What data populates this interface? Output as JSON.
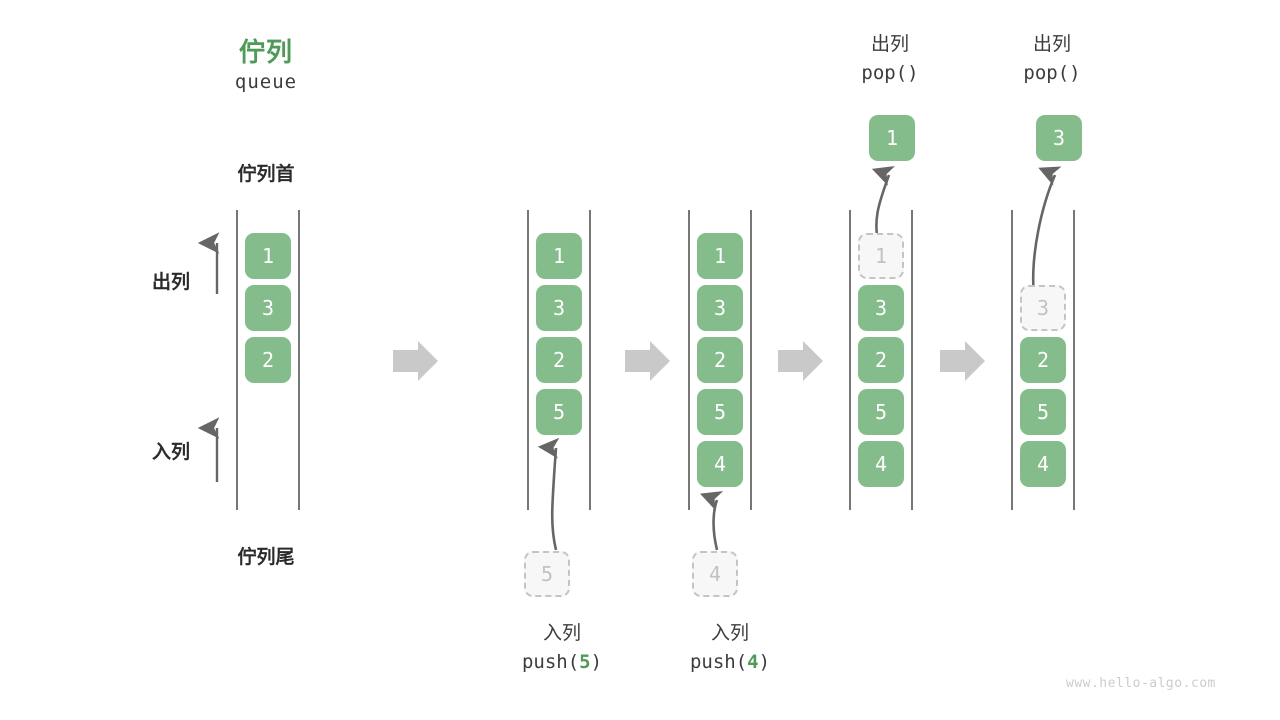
{
  "diagram": {
    "title_cn": "佇列",
    "title_code": "queue",
    "head_label": "佇列首",
    "tail_label": "佇列尾",
    "dequeue_label": "出列",
    "enqueue_label": "入列",
    "watermark": "www.hello-algo.com",
    "colors": {
      "cell_green": "#84bd8b",
      "title_green": "#4e9a58",
      "ghost_fill": "#f7f7f7",
      "ghost_border": "#c4c4c4",
      "ghost_text": "#c2c2c2",
      "rail": "#555555",
      "arrow": "#666666",
      "step_arrow": "#c9c9c9",
      "text": "#2b2b2b",
      "watermark": "#cccccc"
    }
  },
  "stages": [
    {
      "id": "initial",
      "cells": [
        {
          "value": "1",
          "state": "solid"
        },
        {
          "value": "3",
          "state": "solid"
        },
        {
          "value": "2",
          "state": "solid"
        }
      ]
    },
    {
      "id": "after-push-5",
      "cells": [
        {
          "value": "1",
          "state": "solid"
        },
        {
          "value": "3",
          "state": "solid"
        },
        {
          "value": "2",
          "state": "solid"
        },
        {
          "value": "5",
          "state": "solid"
        }
      ],
      "incoming": {
        "value": "5",
        "state": "ghost"
      },
      "caption": {
        "cn": "入列",
        "code_prefix": "push(",
        "code_value": "5",
        "code_suffix": ")"
      }
    },
    {
      "id": "after-push-4",
      "cells": [
        {
          "value": "1",
          "state": "solid"
        },
        {
          "value": "3",
          "state": "solid"
        },
        {
          "value": "2",
          "state": "solid"
        },
        {
          "value": "5",
          "state": "solid"
        },
        {
          "value": "4",
          "state": "solid"
        }
      ],
      "incoming": {
        "value": "4",
        "state": "ghost"
      },
      "caption": {
        "cn": "入列",
        "code_prefix": "push(",
        "code_value": "4",
        "code_suffix": ")"
      }
    },
    {
      "id": "after-pop-1",
      "cells": [
        {
          "value": "1",
          "state": "ghost"
        },
        {
          "value": "3",
          "state": "solid"
        },
        {
          "value": "2",
          "state": "solid"
        },
        {
          "value": "5",
          "state": "solid"
        },
        {
          "value": "4",
          "state": "solid"
        }
      ],
      "outgoing": {
        "value": "1",
        "state": "solid"
      },
      "caption": {
        "cn": "出列",
        "code_prefix": "pop(",
        "code_value": "",
        "code_suffix": ")"
      }
    },
    {
      "id": "after-pop-3",
      "cells": [
        {
          "value": "",
          "state": "empty"
        },
        {
          "value": "3",
          "state": "ghost"
        },
        {
          "value": "2",
          "state": "solid"
        },
        {
          "value": "5",
          "state": "solid"
        },
        {
          "value": "4",
          "state": "solid"
        }
      ],
      "outgoing": {
        "value": "3",
        "state": "solid"
      },
      "caption": {
        "cn": "出列",
        "code_prefix": "pop(",
        "code_value": "",
        "code_suffix": ")"
      }
    }
  ]
}
